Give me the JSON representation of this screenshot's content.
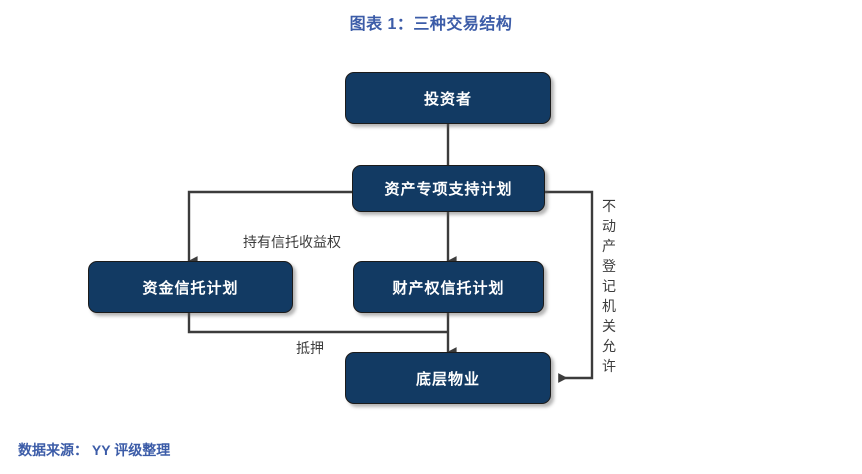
{
  "title": "图表 1：三种交易结构",
  "footer": "数据来源： YY 评级整理",
  "colors": {
    "node_fill": "#123a63",
    "node_border": "#1b1b1b",
    "node_text": "#ffffff",
    "title_text": "#3c5ca8",
    "footer_text": "#3c5ca8",
    "edge": "#3c3c3c",
    "background": "#ffffff"
  },
  "nodes": [
    {
      "id": "investor",
      "label": "投资者"
    },
    {
      "id": "abs-plan",
      "label": "资产专项支持计划"
    },
    {
      "id": "fund-trust",
      "label": "资金信托计划"
    },
    {
      "id": "property-trust",
      "label": "财产权信托计划"
    },
    {
      "id": "underlying-property",
      "label": "底层物业"
    }
  ],
  "edge_labels": [
    {
      "id": "hold-trust-beneficiary",
      "text": "持有信托收益权"
    },
    {
      "id": "mortgage",
      "text": "抵押"
    },
    {
      "id": "registry-permission",
      "text": "不动产登记机关允许"
    }
  ],
  "edges": [
    {
      "from": "investor",
      "to": "abs-plan",
      "label": ""
    },
    {
      "from": "abs-plan",
      "to": "fund-trust",
      "label": "持有信托收益权"
    },
    {
      "from": "abs-plan",
      "to": "property-trust",
      "label": ""
    },
    {
      "from": "fund-trust",
      "to": "underlying-property",
      "label": "抵押"
    },
    {
      "from": "property-trust",
      "to": "underlying-property",
      "label": ""
    },
    {
      "from": "abs-plan",
      "to": "underlying-property",
      "label": "不动产登记机关允许"
    }
  ]
}
